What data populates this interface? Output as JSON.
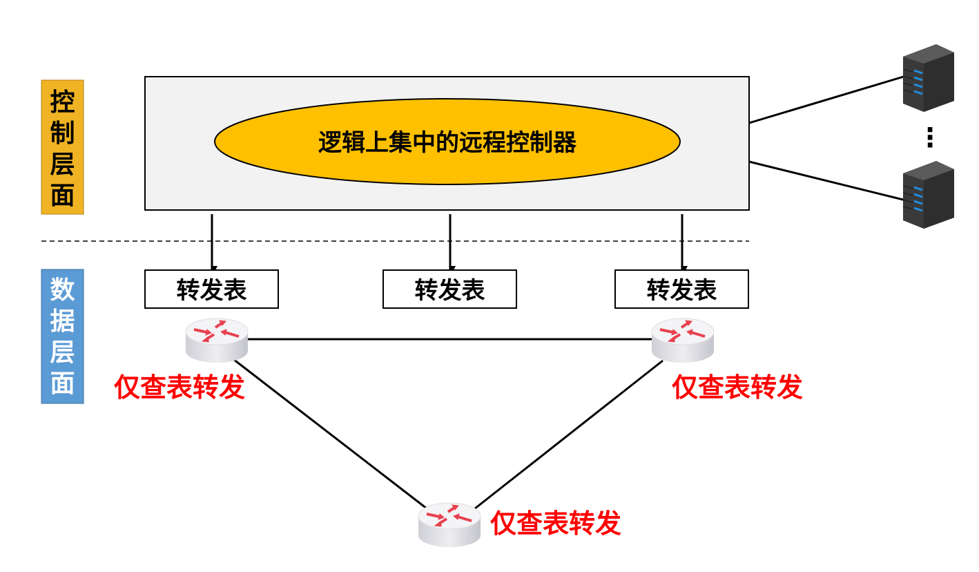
{
  "layers": {
    "control": {
      "label": [
        "控",
        "制",
        "层",
        "面"
      ],
      "color": "#F0B323"
    },
    "data": {
      "label": [
        "数",
        "据",
        "层",
        "面"
      ],
      "color": "#5B9BD5"
    }
  },
  "controller": {
    "label": "逻辑上集中的远程控制器",
    "ellipse_color": "#FFC000",
    "box_color": "#F2F2F2"
  },
  "servers": {
    "ellipsis": "⋮",
    "icon": "server-icon"
  },
  "forwarding_tables": [
    "转发表",
    "转发表",
    "转发表"
  ],
  "routers": [
    {
      "label": "仅查表转发",
      "icon": "router-icon"
    },
    {
      "label": "仅查表转发",
      "icon": "router-icon"
    },
    {
      "label": "仅查表转发",
      "icon": "router-icon"
    }
  ],
  "label_color": "#FF0000"
}
